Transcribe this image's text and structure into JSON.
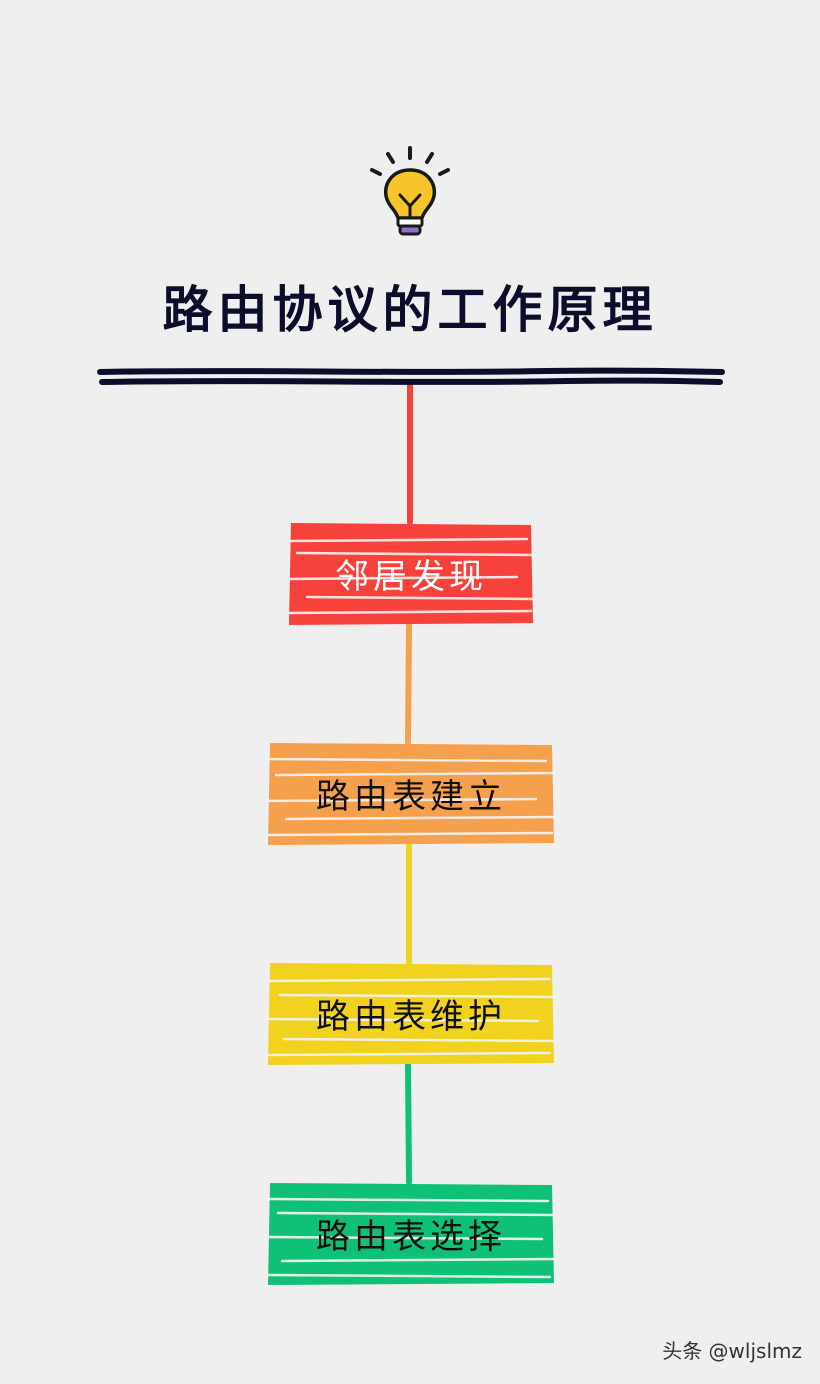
{
  "title": "路由协议的工作原理",
  "steps": [
    {
      "label": "邻居发现",
      "color": "#f6423b"
    },
    {
      "label": "路由表建立",
      "color": "#f5a04d"
    },
    {
      "label": "路由表维护",
      "color": "#f1d21f"
    },
    {
      "label": "路由表选择",
      "color": "#0fc177"
    }
  ],
  "connector_colors": [
    "#f6423b",
    "#f5a04d",
    "#f1d21f",
    "#0fc177"
  ],
  "rule_color": "#0c0d2b",
  "bulb": {
    "icon": "lightbulb-icon",
    "fill": "#f7c42b",
    "base": "#8f6fd6",
    "outline": "#1a1a1a"
  },
  "watermark": "头条 @wljslmz"
}
